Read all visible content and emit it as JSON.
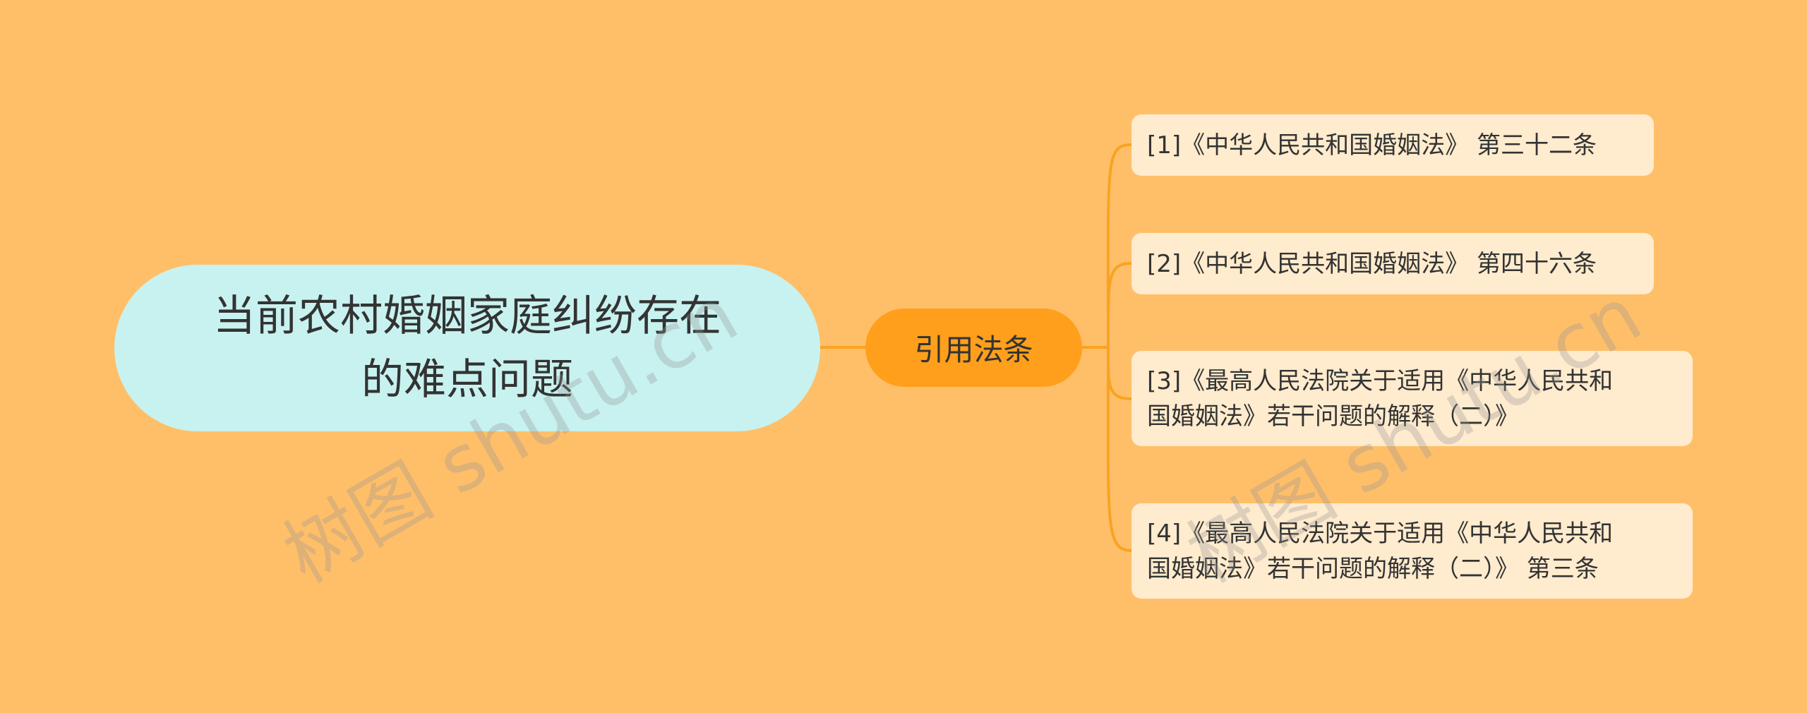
{
  "mindmap": {
    "root": {
      "text": "当前农村婚姻家庭纠纷存在的难点问题"
    },
    "branch": {
      "text": "引用法条"
    },
    "leaves": [
      {
        "line1": "[1]《中华人民共和国婚姻法》 第三十二条",
        "line2": ""
      },
      {
        "line1": "[2]《中华人民共和国婚姻法》 第四十六条",
        "line2": ""
      },
      {
        "line1": "[3]《最高人民法院关于适用《中华人民共和",
        "line2": "国婚姻法》若干问题的解释（二）》"
      },
      {
        "line1": "[4]《最高人民法院关于适用《中华人民共和",
        "line2": "国婚姻法》若干问题的解释（二）》 第三条"
      }
    ]
  },
  "watermark": {
    "text": "树图 shutu.cn"
  },
  "colors": {
    "background": "#ffbf69",
    "root_fill": "#c8f2ef",
    "branch_fill": "#ff9f1c",
    "leaf_fill": "#ffebcd",
    "connector": "#f8a321"
  }
}
